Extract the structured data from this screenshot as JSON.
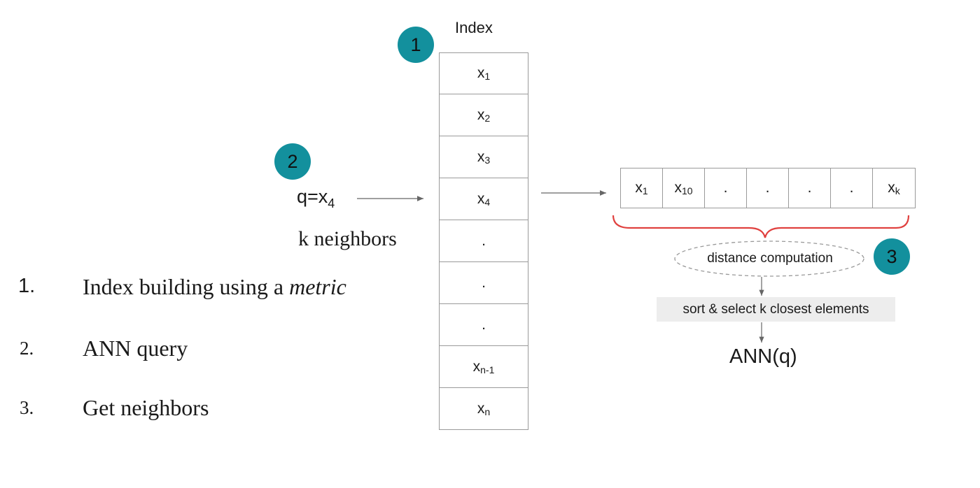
{
  "badges": {
    "one": "1",
    "two": "2",
    "three": "3"
  },
  "index": {
    "title": "Index",
    "cells": [
      {
        "base": "x",
        "sub": "1"
      },
      {
        "base": "x",
        "sub": "2"
      },
      {
        "base": "x",
        "sub": "3"
      },
      {
        "base": "x",
        "sub": "4"
      },
      {
        "base": ".",
        "sub": ""
      },
      {
        "base": ".",
        "sub": ""
      },
      {
        "base": ".",
        "sub": ""
      },
      {
        "base": "x",
        "sub": "n-1"
      },
      {
        "base": "x",
        "sub": "n"
      }
    ]
  },
  "query": {
    "prefix": "q=x",
    "sub": "4",
    "neighbors_k": "k",
    "neighbors_word": " neighbors"
  },
  "result": {
    "cells": [
      {
        "base": "x",
        "sub": "1"
      },
      {
        "base": "x",
        "sub": "10"
      },
      {
        "base": ".",
        "sub": ""
      },
      {
        "base": ".",
        "sub": ""
      },
      {
        "base": ".",
        "sub": ""
      },
      {
        "base": ".",
        "sub": ""
      },
      {
        "base": "x",
        "sub": "k"
      }
    ]
  },
  "pipeline": {
    "distance": "distance computation",
    "sort": "sort & select k closest elements",
    "output": "ANN(q)"
  },
  "steps": [
    {
      "num": "1.",
      "text_plain": "Index building using a ",
      "text_em": "metric"
    },
    {
      "num": "2.",
      "text_plain": "ANN query",
      "text_em": ""
    },
    {
      "num": "3.",
      "text_plain": "Get neighbors",
      "text_em": ""
    }
  ],
  "colors": {
    "badge": "#13909d",
    "brace": "#e0413f",
    "arrow": "#666666",
    "sort_bg": "#ededed"
  }
}
